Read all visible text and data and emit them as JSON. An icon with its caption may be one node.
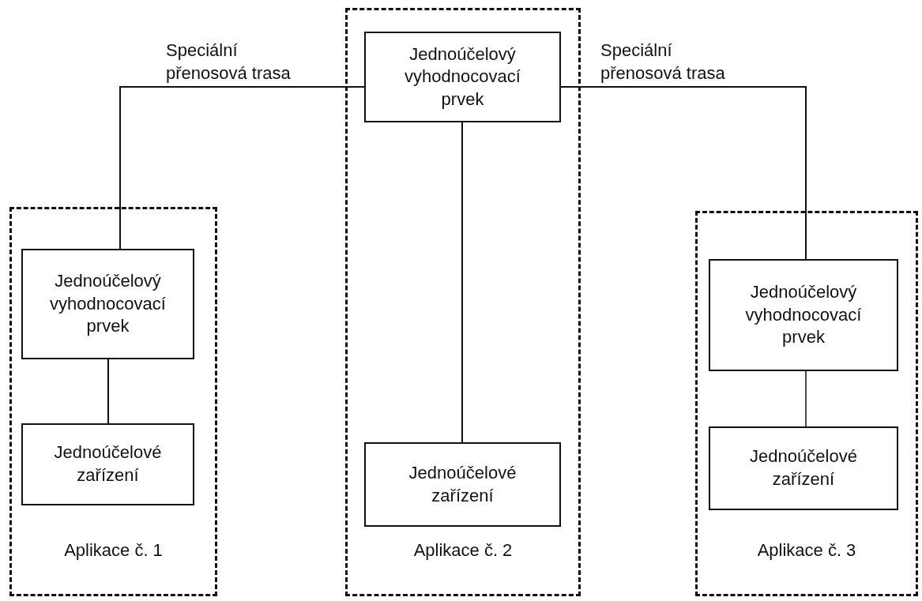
{
  "diagram": {
    "nodes": [
      {
        "text": [
          "Aplikace č. 1"
        ]
      },
      {
        "text": [
          "Jednoúčelový vyhodnocovací prvek"
        ],
        "in": 0
      },
      {
        "text": [
          "Jednoúčelové zařízení"
        ],
        "in": 0
      },
      {
        "text": [
          "Aplikace č. 2"
        ]
      },
      {
        "text": [
          "Jednoúčelový vyhodnocovací prvek"
        ],
        "in": 3
      },
      {
        "text": [
          "Jednoúčelové zařízení"
        ],
        "in": 3
      },
      {
        "text": [
          "Aplikace č. 3"
        ]
      },
      {
        "text": [
          "Jednoúčelový vyhodnocovací prvek"
        ],
        "in": 6
      },
      {
        "text": [
          "Jednoúčelové zařízení"
        ],
        "in": 6
      }
    ],
    "edges": [
      {
        "from": 1,
        "to": 4,
        "arrow": "none",
        "label": "Speciální přenosová trasa"
      },
      {
        "from": 4,
        "to": 7,
        "arrow": "none",
        "label": "Speciální přenosová trasa"
      },
      {
        "from": 1,
        "to": 2,
        "arrow": "none"
      },
      {
        "from": 4,
        "to": 5,
        "arrow": "none"
      },
      {
        "from": 7,
        "to": 8,
        "arrow": "none"
      }
    ]
  }
}
